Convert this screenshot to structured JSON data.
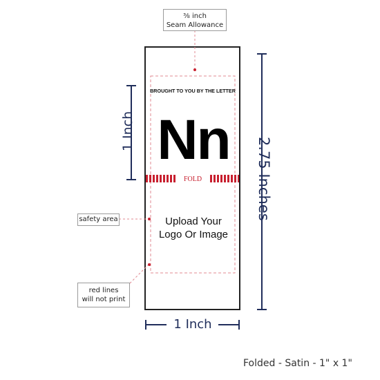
{
  "seam_allowance": {
    "fraction": "⅜ inch",
    "label": "Seam Allowance"
  },
  "label_content": {
    "tagline": "BROUGHT TO YOU BY THE LETTER",
    "letters": "Nn",
    "fold_text": "FOLD",
    "upload_line1": "Upload Your",
    "upload_line2": "Logo Or Image"
  },
  "callouts": {
    "safety_area": "safety area",
    "red_lines_1": "red lines",
    "red_lines_2": "will not print"
  },
  "dimensions": {
    "height_folded": "1 Inch",
    "height_total": "2.75 Inches",
    "width": "1 Inch"
  },
  "caption": "Folded - Satin - 1\" x 1\"",
  "colors": {
    "navy": "#1f2d5a",
    "red": "#c8202f",
    "guide": "#e08a92",
    "outline": "#222222"
  }
}
